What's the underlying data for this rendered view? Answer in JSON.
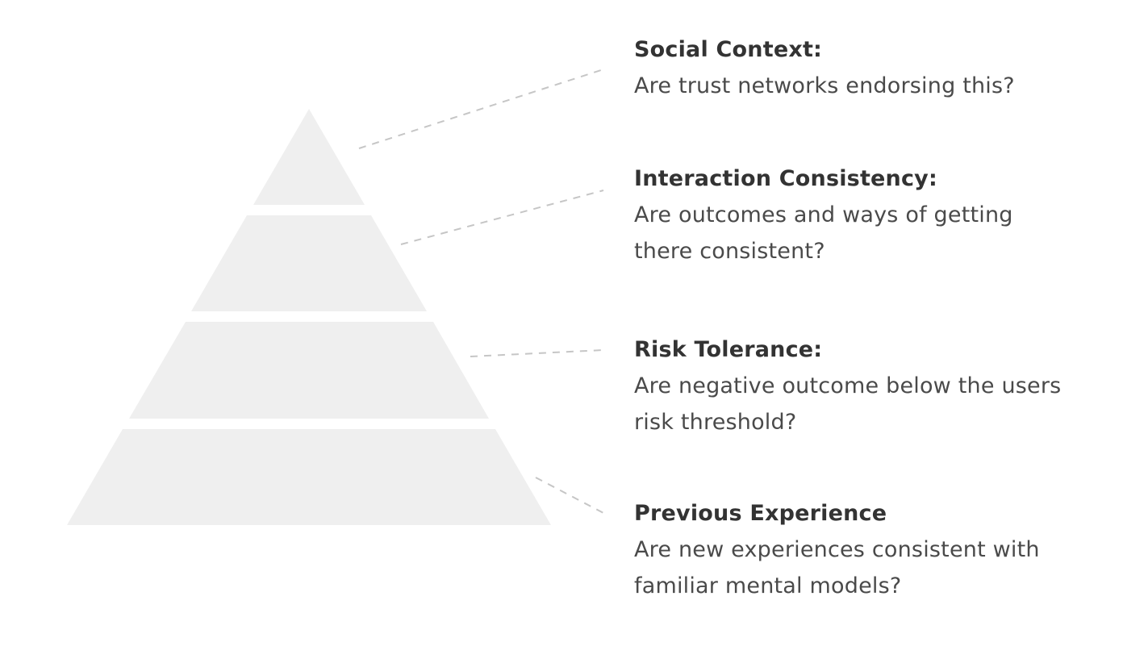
{
  "colors": {
    "background": "#ffffff",
    "pyramid-fill": "#efefef",
    "connector": "#c6c6c6",
    "title-text": "#333333",
    "body-text": "#4a4a4a"
  },
  "diagram": {
    "type": "pyramid",
    "tier_count": 4,
    "levels": [
      {
        "position": "top",
        "title": "Social Context:",
        "question_lines": [
          "Are trust networks endorsing this?"
        ]
      },
      {
        "position": "second",
        "title": "Interaction Consistency:",
        "question_lines": [
          "Are outcomes and ways of getting",
          "there consistent?"
        ]
      },
      {
        "position": "third",
        "title": "Risk Tolerance:",
        "question_lines": [
          "Are negative outcome below the users",
          "risk threshold?"
        ]
      },
      {
        "position": "bottom",
        "title": "Previous Experience",
        "question_lines": [
          "Are new experiences consistent with",
          "familiar mental models?"
        ]
      }
    ]
  }
}
